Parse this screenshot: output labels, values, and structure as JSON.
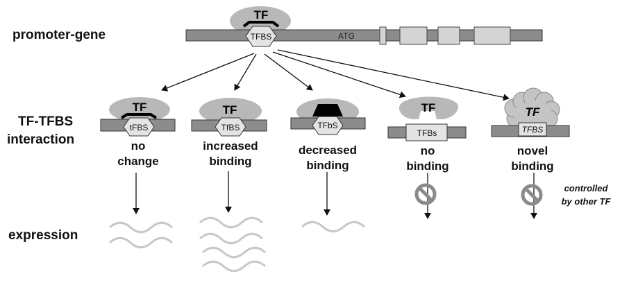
{
  "row_labels": {
    "promoter": "promoter-gene",
    "interaction_line1": "TF-TFBS",
    "interaction_line2": "interaction",
    "expression": "expression"
  },
  "gene": {
    "tf_label": "TF",
    "site_label": "TFBS",
    "start_codon": "ATG"
  },
  "cases": [
    {
      "tf": "TF",
      "site": "tFBS",
      "caption_line1": "no",
      "caption_line2": "change"
    },
    {
      "tf": "TF",
      "site": "TfBS",
      "caption_line1": "increased",
      "caption_line2": "binding"
    },
    {
      "tf": "TF",
      "site": "TFbS",
      "caption_line1": "decreased",
      "caption_line2": "binding"
    },
    {
      "tf": "TF",
      "site": "TFBs",
      "caption_line1": "no",
      "caption_line2": "binding"
    },
    {
      "tf": "TF",
      "site": "TFBS",
      "caption_line1": "novel",
      "caption_line2": "binding"
    }
  ],
  "note": {
    "line1": "controlled",
    "line2": "by other TF"
  },
  "colors": {
    "dna_bar": "#8c8c8c",
    "exon_box": "#cfcfcf",
    "tf_blob": "#b8b8b8",
    "site_box": "#e4e4e4",
    "wave": "#c8c8c8",
    "block_sign": "#8a8a8a"
  }
}
